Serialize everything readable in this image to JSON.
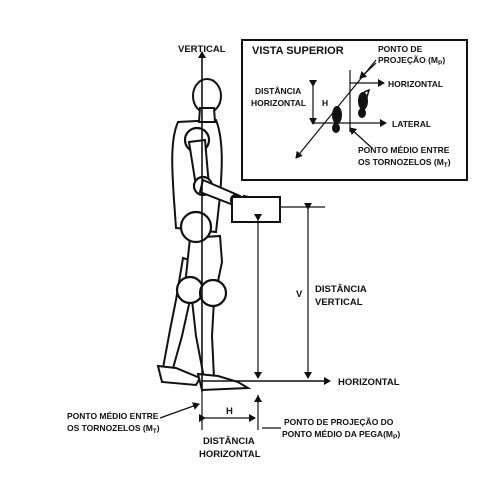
{
  "labels": {
    "vertical": "VERTICAL",
    "top_view_title": "VISTA SUPERIOR",
    "projection_point": [
      "PONTO DE",
      "PROJEÇÃO (M",
      "P",
      ")"
    ],
    "top_horizontal": "HORIZONTAL",
    "top_horizontal_distance": [
      "DISTÂNCIA",
      "HORIZONTAL"
    ],
    "top_h": "H",
    "lateral": "LATERAL",
    "top_ankle_midpoint": [
      "PONTO MÉDIO ENTRE",
      "OS TORNOZELOS (M",
      "T",
      ")"
    ],
    "v": "V",
    "vertical_distance": [
      "DISTÂNCIA",
      "VERTICAL"
    ],
    "horizontal": "HORIZONTAL",
    "ankle_midpoint": [
      "PONTO MÉDIO ENTRE",
      "OS TORNOZELOS (M",
      "T",
      ")"
    ],
    "h": "H",
    "grip_projection": [
      "PONTO DE PROJEÇÃO DO",
      "PONTO MÉDIO DA PEGA(M",
      "P",
      ")"
    ],
    "horizontal_distance": [
      "DISTÂNCIA",
      "HORIZONTAL"
    ]
  }
}
